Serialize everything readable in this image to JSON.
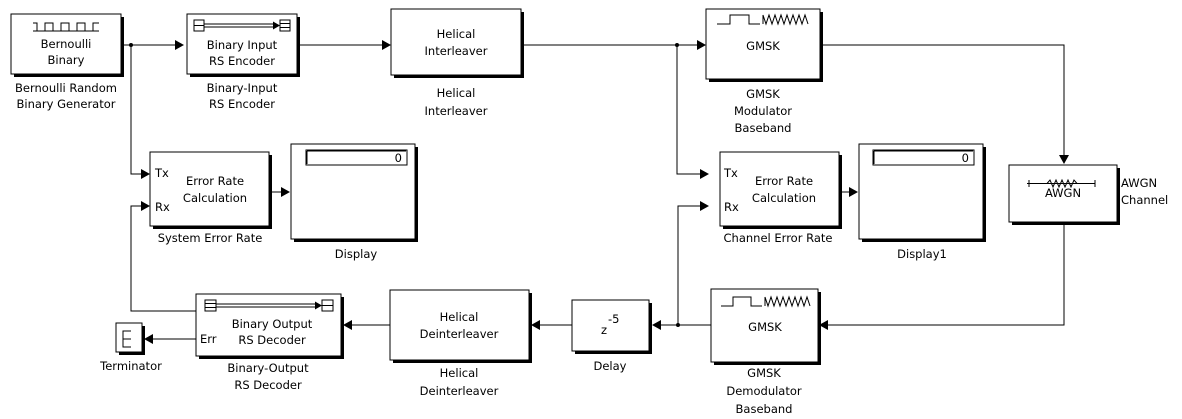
{
  "blocks": {
    "bernoulli": {
      "inner": [
        "Bernoulli",
        "Binary"
      ],
      "caption": [
        "Bernoulli Random",
        "Binary Generator"
      ]
    },
    "rs_encoder": {
      "inner": [
        "Binary Input",
        "RS Encoder"
      ],
      "caption": [
        "Binary-Input",
        "RS Encoder"
      ]
    },
    "interleaver": {
      "inner": [
        "Helical",
        "Interleaver"
      ],
      "caption": [
        "Helical",
        "Interleaver"
      ]
    },
    "gmsk_mod": {
      "inner": [
        "GMSK"
      ],
      "caption": [
        "GMSK",
        "Modulator",
        "Baseband"
      ]
    },
    "awgn": {
      "inner": [
        "AWGN"
      ],
      "caption": [
        "AWGN",
        "Channel"
      ]
    },
    "err_rate_sys": {
      "inner": [
        "Error Rate",
        "Calculation"
      ],
      "port_tx": "Tx",
      "port_rx": "Rx",
      "caption": [
        "System Error Rate"
      ]
    },
    "display": {
      "value": "0",
      "caption": [
        "Display"
      ]
    },
    "err_rate_chan": {
      "inner": [
        "Error Rate",
        "Calculation"
      ],
      "port_tx": "Tx",
      "port_rx": "Rx",
      "caption": [
        "Channel Error Rate"
      ]
    },
    "display1": {
      "value": "0",
      "caption": [
        "Display1"
      ]
    },
    "terminator": {
      "caption": [
        "Terminator"
      ]
    },
    "rs_decoder": {
      "inner": [
        "Binary Output",
        "RS Decoder"
      ],
      "port_err": "Err",
      "caption": [
        "Binary-Output",
        "RS Decoder"
      ]
    },
    "deinterleaver": {
      "inner": [
        "Helical",
        "Deinterleaver"
      ],
      "caption": [
        "Helical",
        "Deinterleaver"
      ]
    },
    "delay": {
      "inner": "z",
      "exponent": "-5",
      "caption": [
        "Delay"
      ]
    },
    "gmsk_demod": {
      "inner": [
        "GMSK"
      ],
      "caption": [
        "GMSK",
        "Demodulator",
        "Baseband"
      ]
    }
  }
}
